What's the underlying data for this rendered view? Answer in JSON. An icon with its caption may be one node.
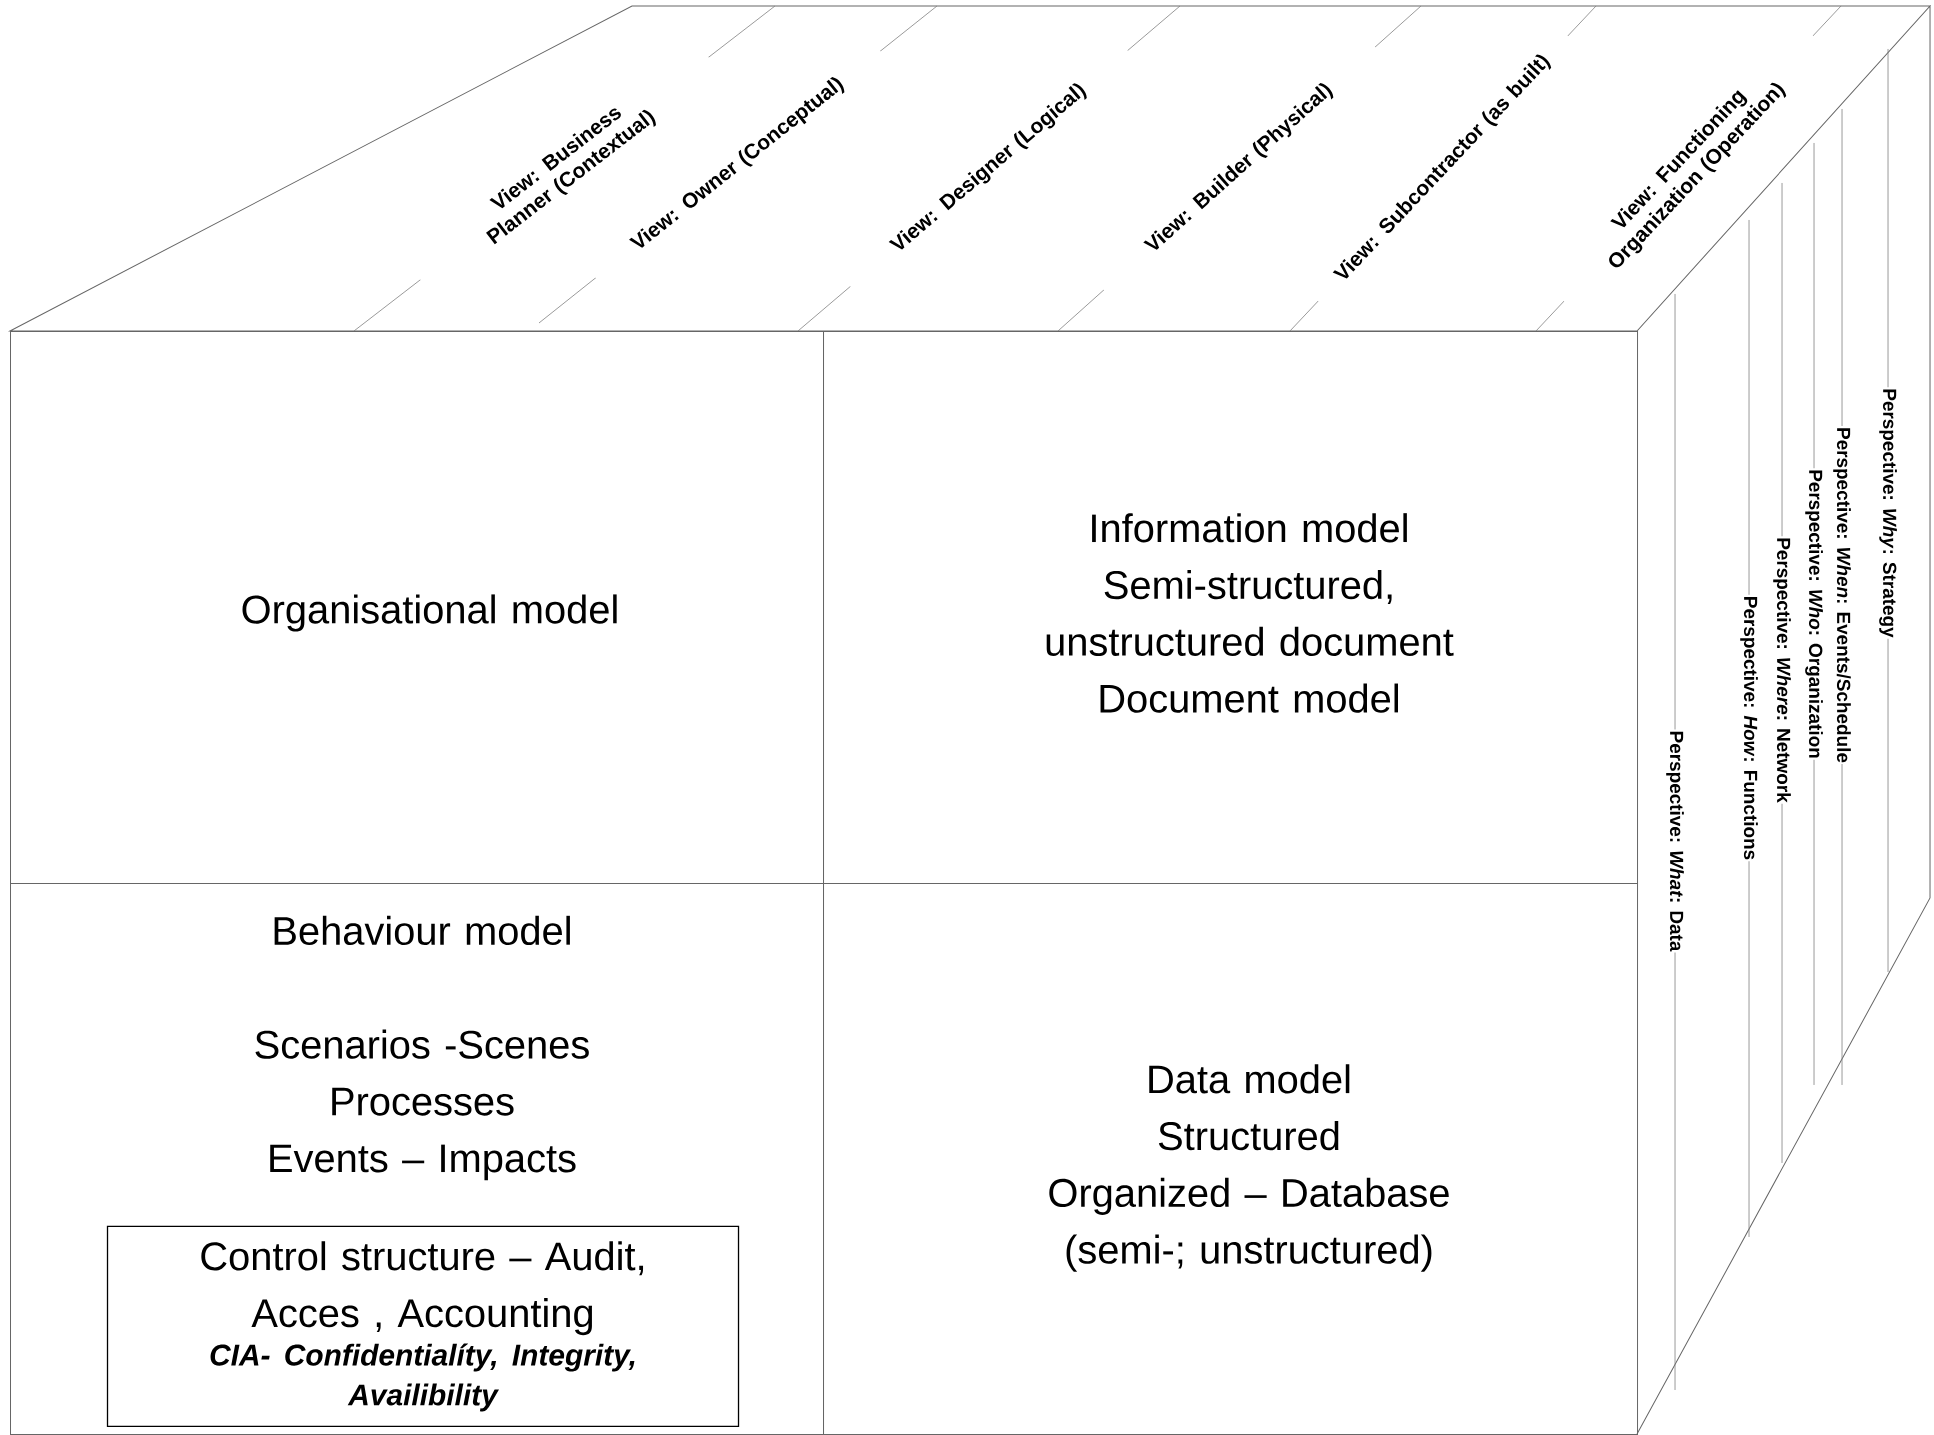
{
  "diagram": {
    "nodes": [
      {
        "text": [
          "Organisational model"
        ]
      },
      {
        "text": [
          "Information model",
          "Semi-structured, unstructured document",
          "Document model"
        ]
      },
      {
        "text": [
          "Behaviour model",
          "Scenarios -Scenes",
          "Processes",
          "Events – Impacts"
        ]
      },
      {
        "text": [
          "Control structure – Audit, Acces , Accounting",
          "CIA- Confidentialíty, Integrity, Availibility"
        ],
        "in": 2
      },
      {
        "text": [
          "Data model",
          "Structured",
          "Organized – Database (semi-; unstructured)"
        ]
      }
    ],
    "labels": [
      "View: Business Planner (Contextual)",
      "View: Owner (Conceptual)",
      "View: Designer (Logical)",
      "View: Builder (Physical)",
      "View: Subcontractor (as built)",
      "View: Functioning Organization (Operation)",
      "Perspective: *Why*: Strategy",
      "Perspective: *When*: Events/Schedule",
      "Perspective: *Who*: Organization",
      "Perspective: *Where*: Network",
      "Perspective: *How*: Functions",
      "Perspective: *What*: Data"
    ]
  }
}
